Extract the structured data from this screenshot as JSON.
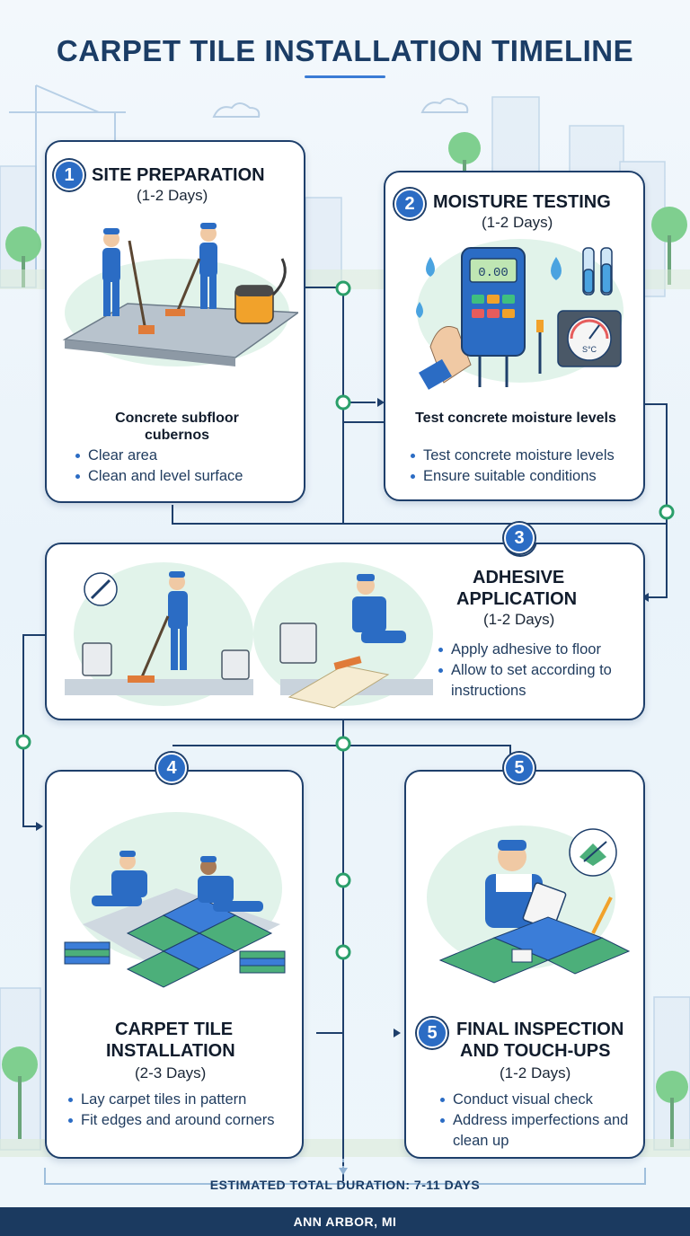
{
  "title": "CARPET TILE INSTALLATION TIMELINE",
  "steps": [
    {
      "number": "1",
      "heading": "SITE PREPARATION",
      "duration": "(1-2 Days)",
      "subtitle": "Concrete  subfloor cubernos",
      "bullets": [
        "Clear area",
        "Clean and level surface"
      ],
      "illustration": "workers-sweeping-concrete"
    },
    {
      "number": "2",
      "heading": "MOISTURE TESTING",
      "duration": "(1-2 Days)",
      "subtitle": "Test concrete moisture levels",
      "meter_display": "0.00",
      "gauge_label": "S°C",
      "bullets": [
        "Test concrete moisture levels",
        "Ensure suitable conditions"
      ],
      "illustration": "moisture-meter"
    },
    {
      "number": "3",
      "heading_line1": "ADHESIVE",
      "heading_line2": "APPLICATION",
      "duration": "(1-2 Days)",
      "bullets": [
        "Apply adhesive to floor",
        "Allow to set according to instructions"
      ],
      "illustration": "adhesive-application"
    },
    {
      "number": "4",
      "heading_line1": "CARPET TILE",
      "heading_line2": "INSTALLATION",
      "duration": "(2-3 Days)",
      "bullets": [
        "Lay carpet tiles in pattern",
        "Fit edges and around corners"
      ],
      "illustration": "laying-carpet-tiles"
    },
    {
      "number": "5",
      "heading_line1": "FINAL INSPECTION",
      "heading_line2": "AND TOUCH-UPS",
      "duration": "(1-2 Days)",
      "bullets": [
        "Conduct visual check",
        "Address imperfections and clean up"
      ],
      "illustration": "final-inspection"
    }
  ],
  "total_duration": "ESTIMATED TOTAL DURATION: 7-11 DAYS",
  "location": "ANN ARBOR, MI",
  "colors": {
    "navy": "#1e3f6b",
    "accent_blue": "#2b6cc4",
    "connector_green": "#3fbf7f",
    "tile_green": "#4caf7a",
    "tile_blue": "#3b7dd8"
  }
}
